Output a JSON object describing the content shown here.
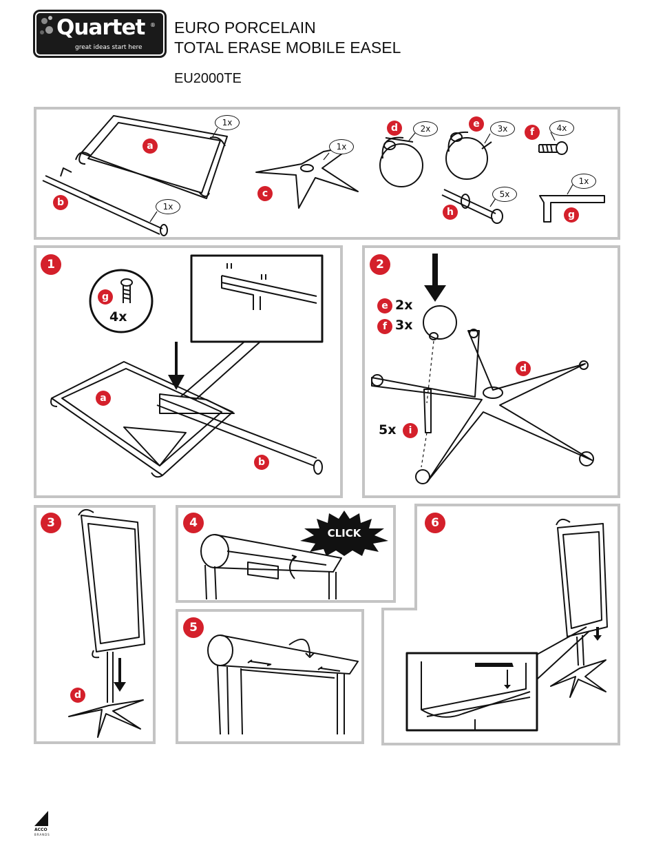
{
  "brand": {
    "name": "Quartet",
    "reg": "®",
    "tagline": "great ideas start here"
  },
  "product": {
    "line1": "EURO PORCELAIN",
    "line2": "TOTAL ERASE MOBILE EASEL",
    "model": "EU2000TE"
  },
  "parts": [
    {
      "letter": "a",
      "qty": "1x"
    },
    {
      "letter": "b",
      "qty": "1x"
    },
    {
      "letter": "c",
      "qty": "1x"
    },
    {
      "letter": "d",
      "qty": "2x"
    },
    {
      "letter": "e",
      "qty": "3x"
    },
    {
      "letter": "f",
      "qty": "4x"
    },
    {
      "letter": "h",
      "qty": "5x"
    },
    {
      "letter": "g",
      "qty": "1x"
    }
  ],
  "steps": {
    "s1": {
      "num": "1",
      "part_g": "g",
      "qty_g": "4x",
      "part_a": "a",
      "part_b": "b"
    },
    "s2": {
      "num": "2",
      "part_e": "e",
      "qty_e": "2x",
      "part_f": "f",
      "qty_f": "3x",
      "part_d": "d",
      "part_i": "i",
      "qty_i": "5x"
    },
    "s3": {
      "num": "3",
      "part_d": "d"
    },
    "s4": {
      "num": "4",
      "click": "CLICK"
    },
    "s5": {
      "num": "5"
    },
    "s6": {
      "num": "6"
    }
  },
  "footer": {
    "brand_top": "ACCO",
    "brand_bottom": "BRANDS"
  }
}
